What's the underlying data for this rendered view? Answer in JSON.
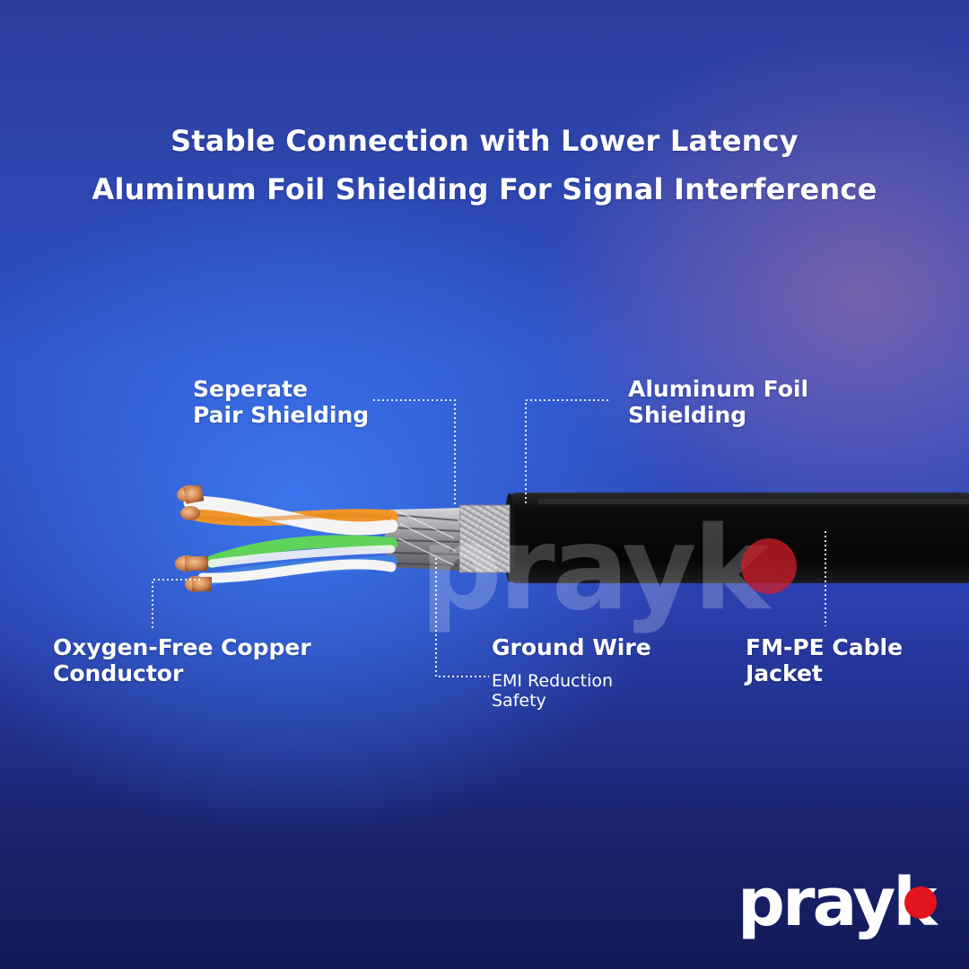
{
  "headline": {
    "line1": "Stable Connection with Lower Latency",
    "line2": "Aluminum Foil Shielding For Signal Interference"
  },
  "callouts": {
    "pair_shielding": [
      "Seperate",
      "Pair Shielding"
    ],
    "foil_shielding": [
      "Aluminum Foil",
      "Shielding"
    ],
    "copper_conductor": [
      "Oxygen-Free Copper",
      "Conductor"
    ],
    "ground_wire": {
      "title": "Ground Wire",
      "notes": [
        "EMI Reduction",
        "Safety"
      ]
    },
    "cable_jacket": [
      "FM-PE Cable",
      "Jacket"
    ]
  },
  "watermark": "prayk",
  "logo": "prayk",
  "colors": {
    "brand_dot": "#e3141e",
    "jacket": "#0c0c0e",
    "copper": "#d48b55",
    "orange_wire": "#f0962a",
    "green_wire": "#5fd35a",
    "blue_wire": "#3f7fe0",
    "white_wire": "#f4f4f4",
    "foil": "#c9c9cf"
  }
}
